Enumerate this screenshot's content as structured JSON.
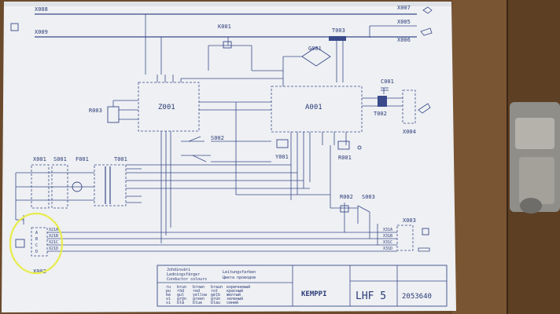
{
  "components": {
    "X008": "X008",
    "X009": "X009",
    "X007": "X007",
    "X005": "X005",
    "X006": "X006",
    "K001": "K001",
    "T003": "T003",
    "G001": "G001",
    "R003": "R003",
    "Z001": "Z001",
    "A001": "A001",
    "C001": "C001",
    "T002": "T002",
    "X004": "X004",
    "S002": "S002",
    "Y001": "Y001",
    "R001": "R001",
    "X001": "X001",
    "S001": "S001",
    "F001": "F001",
    "T001": "T001",
    "R002": "R002",
    "S003": "S003",
    "X003": "X003",
    "X002": "X002"
  },
  "x002_pins": [
    "A",
    "B",
    "C",
    "D"
  ],
  "x002_wire_labels": [
    "X21A",
    "X21B",
    "X21C",
    "X21D"
  ],
  "x003_wire_labels": [
    "X31A",
    "X31B",
    "X31C",
    "X31D"
  ],
  "title_block": {
    "brand": "KEMPPI",
    "model": "LHF 5",
    "doc_number": "2053640",
    "legend_title_left": [
      "Johdinväri",
      "Ledningsfärger",
      "Conductor colours"
    ],
    "legend_title_right": [
      "Leitungsfarben",
      "Цвета проводов"
    ],
    "colour_rows": [
      [
        "ru",
        "brun",
        "brown",
        "braun",
        "коричневый"
      ],
      [
        "pu",
        "röd",
        "red",
        "rot",
        "красный"
      ],
      [
        "ke",
        "gul",
        "yellow",
        "gelb",
        "желтый"
      ],
      [
        "vi",
        "grön",
        "green",
        "grün",
        "зеленый"
      ],
      [
        "si",
        "blå",
        "blue",
        "blau",
        "синий"
      ]
    ]
  },
  "colors": {
    "paper": "#eef0f3",
    "ink": "#3a4a8a",
    "highlight_circle": "#e8ec4a",
    "wood": "#6b4a2c"
  }
}
